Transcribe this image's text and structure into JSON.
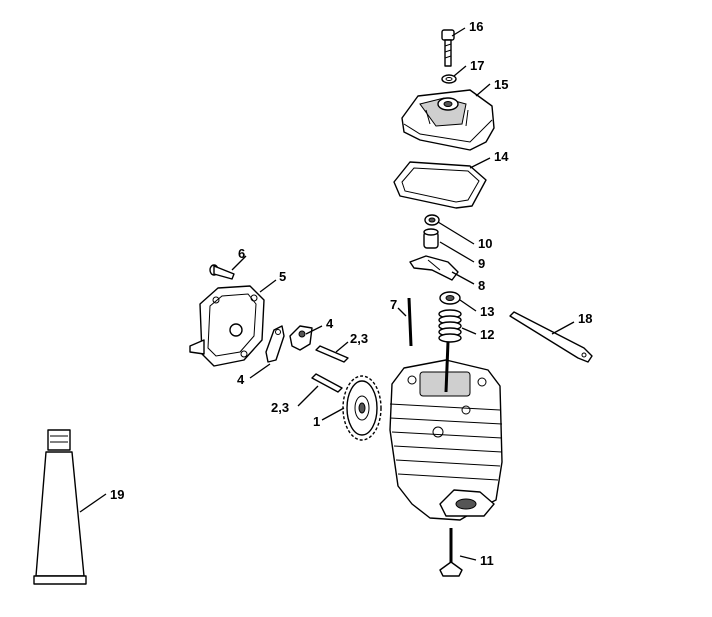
{
  "callouts": {
    "c1": "1",
    "c2_3a": "2,3",
    "c2_3b": "2,3",
    "c4a": "4",
    "c4b": "4",
    "c5": "5",
    "c6": "6",
    "c7": "7",
    "c8": "8",
    "c9": "9",
    "c10": "10",
    "c11": "11",
    "c12": "12",
    "c13": "13",
    "c14": "14",
    "c15": "15",
    "c16": "16",
    "c17": "17",
    "c18": "18",
    "c19": "19"
  }
}
